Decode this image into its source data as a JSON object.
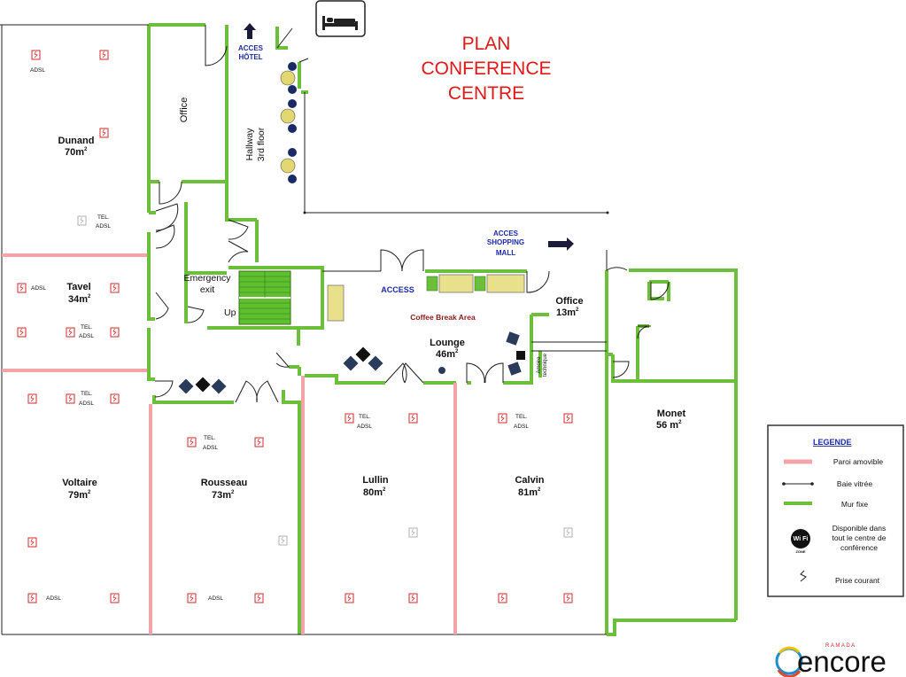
{
  "title": {
    "line1": "PLAN",
    "line2": "CONFERENCE",
    "line3": "CENTRE"
  },
  "access_labels": {
    "hotel_1": "ACCES",
    "hotel_2": "HÔTEL",
    "mall_1": "ACCES",
    "mall_2": "SHOPPING",
    "mall_3": "MALL",
    "access": "ACCESS"
  },
  "rooms": {
    "dunand": {
      "name": "Dunand",
      "area": "70m",
      "sup": "2"
    },
    "tavel": {
      "name": "Tavel",
      "area": "34m",
      "sup": "2"
    },
    "voltaire": {
      "name": "Voltaire",
      "area": "79m",
      "sup": "2"
    },
    "rousseau": {
      "name": "Rousseau",
      "area": "73m",
      "sup": "2"
    },
    "lullin": {
      "name": "Lullin",
      "area": "80m",
      "sup": "2"
    },
    "calvin": {
      "name": "Calvin",
      "area": "81m",
      "sup": "2"
    },
    "monet": {
      "name": "Monet",
      "area": "56 m",
      "sup": "2"
    },
    "lounge": {
      "name": "Lounge",
      "area": "46m",
      "sup": "2"
    },
    "office_right": {
      "name": "Office",
      "area": "13m",
      "sup": "2"
    }
  },
  "labels": {
    "office_left": "Office",
    "hallway_1": "Hallway",
    "hallway_2": "3rd floor",
    "emergency_1": "Emergency",
    "emergency_2": "exit",
    "up": "Up",
    "coffee_break": "Coffee Break Area",
    "armoire_1": "Amoire",
    "armoire_2": "technique",
    "tel": "TEL.",
    "adsl": "ADSL"
  },
  "legend": {
    "title": "LEGENDE",
    "paroi": "Paroi amovible",
    "baie": "Baie vitrée",
    "mur": "Mur fixe",
    "wifi_1": "Disponible dans",
    "wifi_2": "tout le centre de",
    "wifi_3": "conférence",
    "wifi_icon_top": "Wi Fi",
    "wifi_icon_bottom": "ZONE",
    "prise": "Prise courant"
  },
  "logo": {
    "brand_small": "RAMADA",
    "brand": "encore"
  },
  "icons": [
    "hotel-bed-icon",
    "arrow-up-icon",
    "arrow-right-icon",
    "wifi-zone-icon",
    "power-socket-icon"
  ],
  "colors": {
    "fixed_wall": "#6cbf3a",
    "movable_wall": "#f2a4a8",
    "title_red": "#e01818",
    "access_blue": "#1a2aa8",
    "socket_red": "#d42a2a",
    "coffee_table": "#e8e08a",
    "stairs_green": "#5fbf2e"
  }
}
